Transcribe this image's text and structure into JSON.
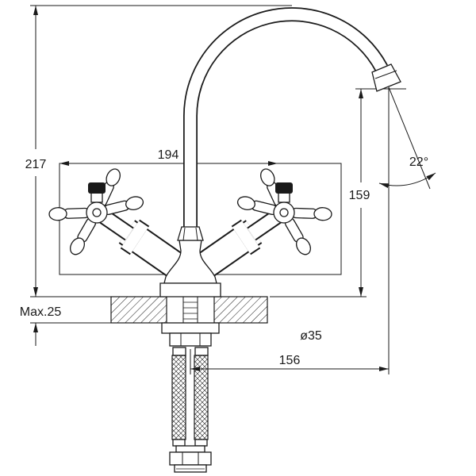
{
  "diagram": {
    "description": "Technical line drawing of a two-handle mixer faucet with swan-neck spout, countertop mounting hardware and flexible supply hoses",
    "background_color": "#ffffff",
    "line_color": "#1a1a1a"
  },
  "dimensions": {
    "overall_height": "217",
    "handle_span_width": "194",
    "spout_height": "159",
    "spout_angle": "22°",
    "max_counter_thickness": "Max.25",
    "mounting_hole_diameter": "ø35",
    "spout_reach": "156"
  }
}
